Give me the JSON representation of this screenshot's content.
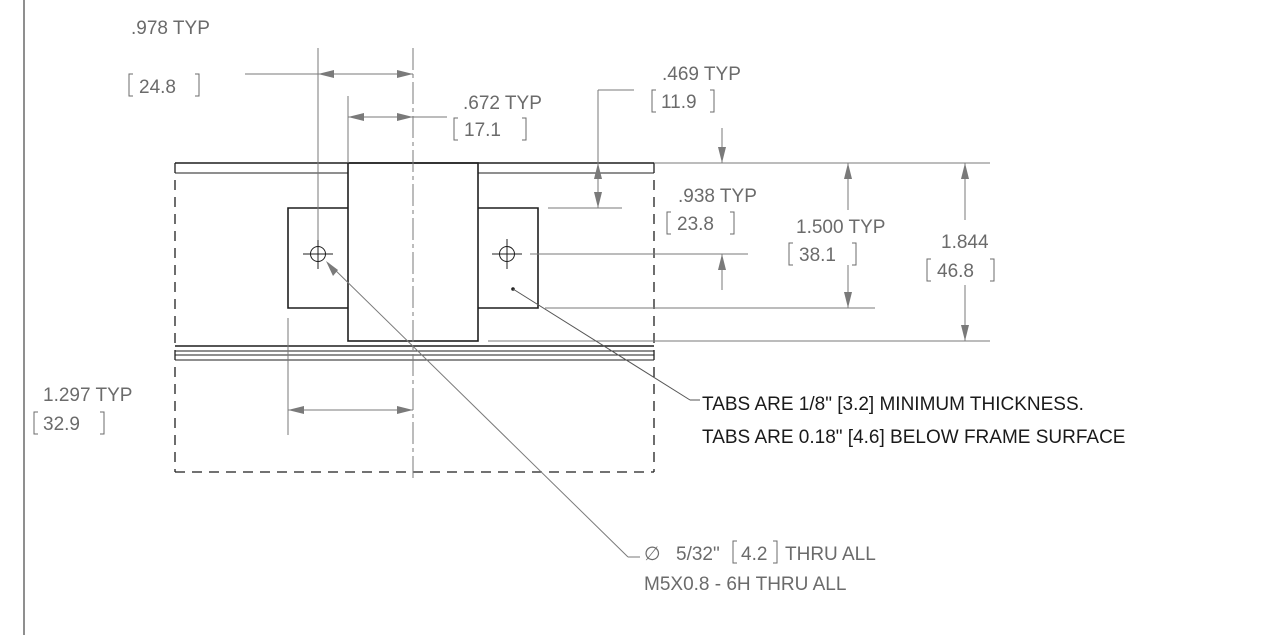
{
  "drawing": {
    "dimensions": {
      "d978": {
        "value": ".978  TYP",
        "metric": "24.8"
      },
      "d672": {
        "value": ".672  TYP",
        "metric": "17.1"
      },
      "d469": {
        "value": ".469  TYP",
        "metric": "11.9"
      },
      "d938": {
        "value": ".938  TYP",
        "metric": "23.8"
      },
      "d1500": {
        "value": "1.500 TYP",
        "metric": "38.1"
      },
      "d1844": {
        "value": "1.844",
        "metric": "46.8"
      },
      "d1297": {
        "value": "1.297 TYP",
        "metric": "32.9"
      }
    },
    "notes": {
      "tabs_line1": "TABS ARE 1/8\" [3.2] MINIMUM THICKNESS.",
      "tabs_line2": "TABS ARE 0.18\" [4.6] BELOW FRAME SURFACE",
      "hole_diameter_symbol": "∅",
      "hole_line1_a": "5/32\"",
      "hole_line1_metric": "4.2",
      "hole_line1_b": "THRU ALL",
      "hole_line2": "M5X0.8 - 6H THRU ALL"
    }
  }
}
